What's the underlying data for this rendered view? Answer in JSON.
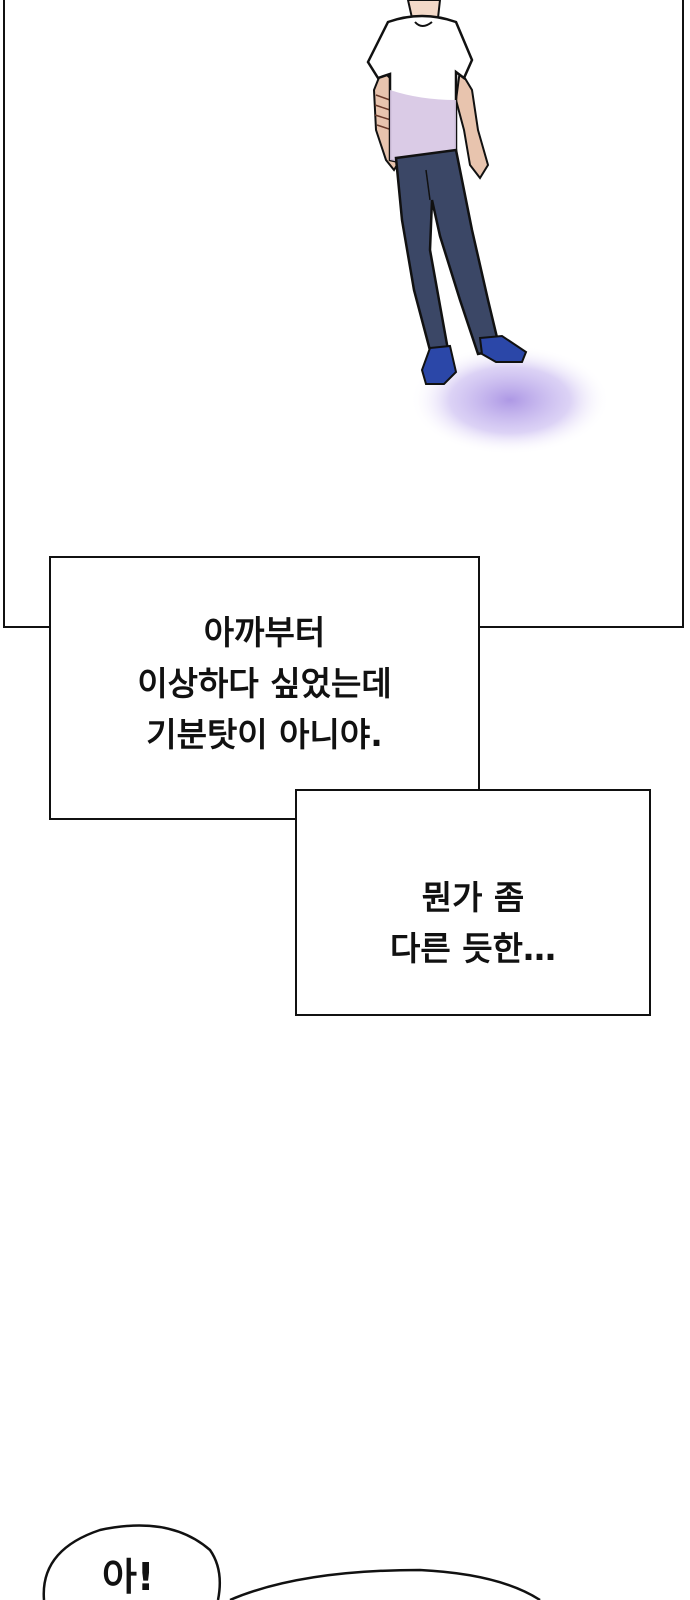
{
  "captions": {
    "first": {
      "line1": "아까부터",
      "line2": "이상하다 싶었는데",
      "line3": "기분탓이 아니야."
    },
    "second": {
      "line1": "뭔가 좀",
      "line2": "다른 듯한…"
    }
  },
  "bubble": {
    "text": "아!"
  },
  "colors": {
    "ink": "#111111",
    "shirt_shadow": "#c9b6d8",
    "jeans": "#3b4766",
    "sneakers": "#2b47a8",
    "floor_glow": "#a98fe0"
  }
}
